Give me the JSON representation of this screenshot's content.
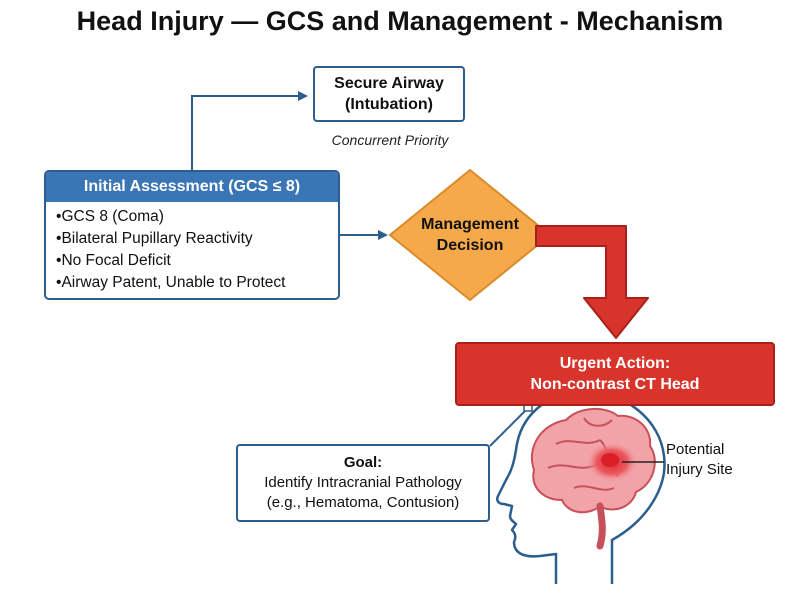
{
  "title": "Head Injury — GCS and Management - Mechanism",
  "airway": {
    "line1": "Secure Airway",
    "line2": "(Intubation)",
    "note": "Concurrent Priority"
  },
  "assessment": {
    "header": "Initial Assessment (GCS ≤ 8)",
    "items": [
      "GCS 8 (Coma)",
      "Bilateral Pupillary Reactivity",
      "No Focal Deficit",
      "Airway Patent, Unable to Protect"
    ]
  },
  "decision": {
    "line1": "Management",
    "line2": "Decision"
  },
  "action": {
    "line1": "Urgent Action:",
    "line2": "Non-contrast CT Head"
  },
  "goal": {
    "title": "Goal:",
    "line1": "Identify Intracranial Pathology",
    "line2": "(e.g., Hematoma, Contusion)"
  },
  "injury": {
    "line1": "Potential",
    "line2": "Injury Site"
  },
  "colors": {
    "blue_stroke": "#2c5d8f",
    "blue_header": "#3a75b5",
    "diamond_fill": "#f6a94a",
    "red": "#d9342b",
    "brain": "#f2a3a8"
  }
}
